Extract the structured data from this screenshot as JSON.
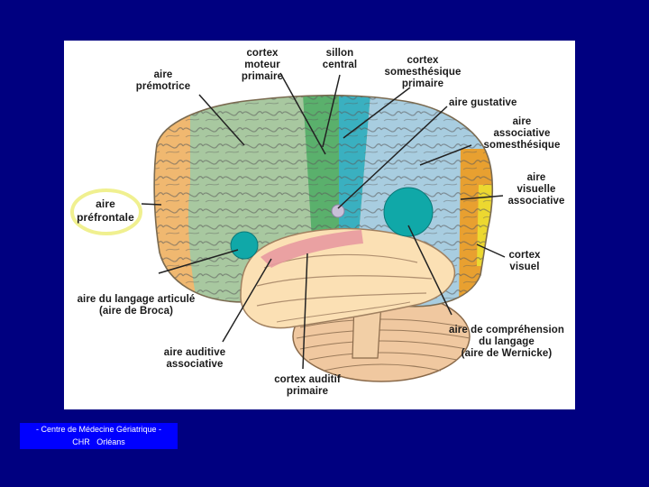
{
  "colors": {
    "background": "#000080",
    "panel": "#ffffff",
    "footer_box": "#0000ff",
    "prefrontal": "#f0b870",
    "premotor": "#a8c8a0",
    "motor_cortex": "#5ab06c",
    "somatosensory_primary": "#3ab0c0",
    "somatosensory_assoc": "#a8cde0",
    "visual_assoc": "#e8a030",
    "visual_cortex": "#ecd830",
    "temporal": "#fbe0b4",
    "primary_auditory": "#e89aa0",
    "broca_wernicke": "#10a8a8",
    "cerebellum": "#f0c8a0",
    "highlight_circle": "#f0f090"
  },
  "labels": {
    "premotor": "aire\nprémotrice",
    "motor": "cortex\nmoteur\nprimaire",
    "sulcus": "sillon\ncentral",
    "somesthesic": "cortex\nsomesthésique\nprimaire",
    "gustative": "aire gustative",
    "assoc_somesthesic": "aire\nassociative\nsomesthésique",
    "visual_assoc": "aire\nvisuelle\nassociative",
    "prefrontal": "aire\npréfrontale",
    "visual_cortex": "cortex\nvisuel",
    "broca": "aire du langage articulé\n(aire de Broca)",
    "auditory_assoc": "aire auditive\nassociative",
    "wernicke": "aire de compréhension\ndu langage\n(aire de Wernicke)",
    "auditory_primary": "cortex auditif\nprimaire"
  },
  "footer": {
    "line1": "- Centre de Médecine Gériatrique -",
    "line2": "CHR   Orléans"
  }
}
